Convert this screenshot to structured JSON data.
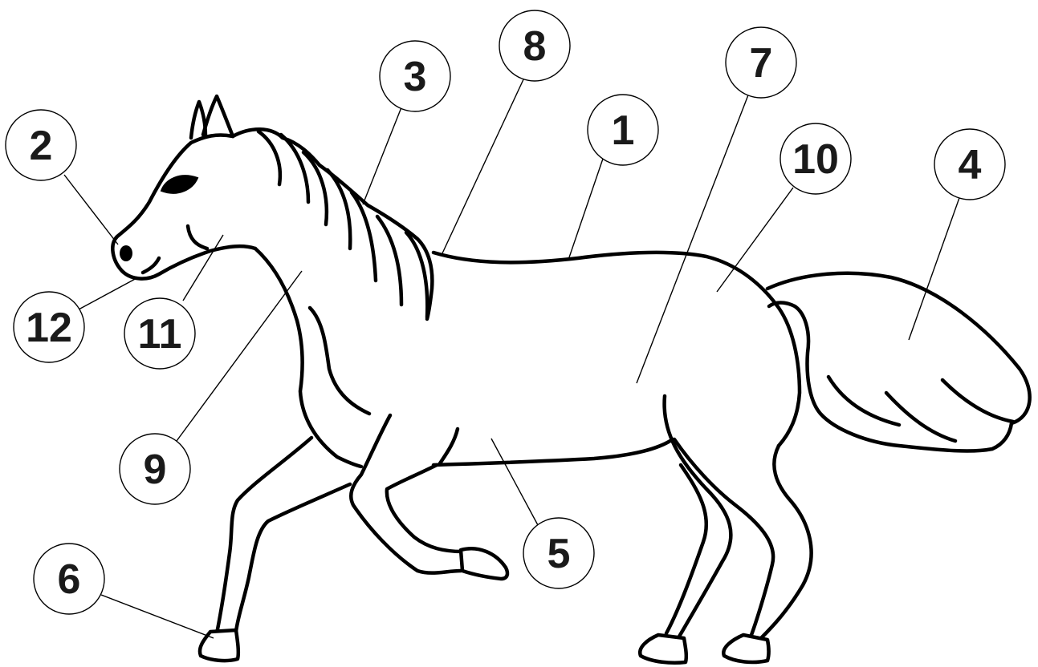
{
  "diagram": {
    "subject": "horse-body-parts",
    "callouts": [
      {
        "id": "c1",
        "label": "1"
      },
      {
        "id": "c2",
        "label": "2"
      },
      {
        "id": "c3",
        "label": "3"
      },
      {
        "id": "c4",
        "label": "4"
      },
      {
        "id": "c5",
        "label": "5"
      },
      {
        "id": "c6",
        "label": "6"
      },
      {
        "id": "c7",
        "label": "7"
      },
      {
        "id": "c8",
        "label": "8"
      },
      {
        "id": "c9",
        "label": "9"
      },
      {
        "id": "c10",
        "label": "10"
      },
      {
        "id": "c11",
        "label": "11"
      },
      {
        "id": "c12",
        "label": "12"
      }
    ]
  }
}
